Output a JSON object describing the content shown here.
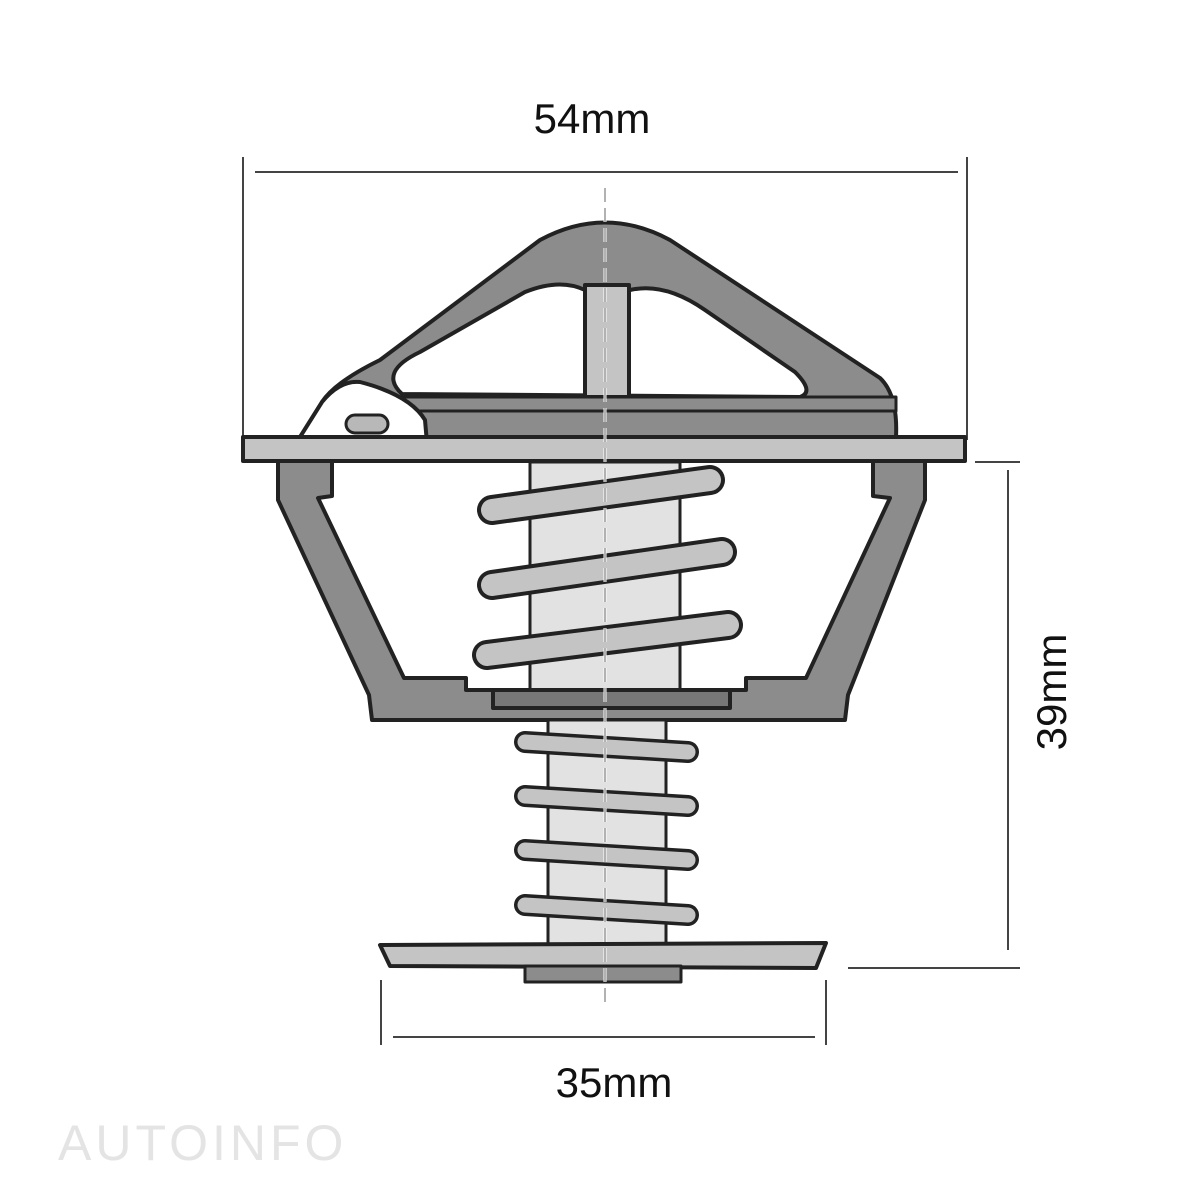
{
  "dimensions": {
    "width_label": "54mm",
    "height_label": "39mm",
    "base_width_label": "35mm"
  },
  "watermark": {
    "text": "AUTOINFO"
  },
  "colors": {
    "outline": "#222222",
    "body_dark": "#8c8c8c",
    "body_light": "#c4c4c4",
    "piston": "#e2e2e2"
  }
}
